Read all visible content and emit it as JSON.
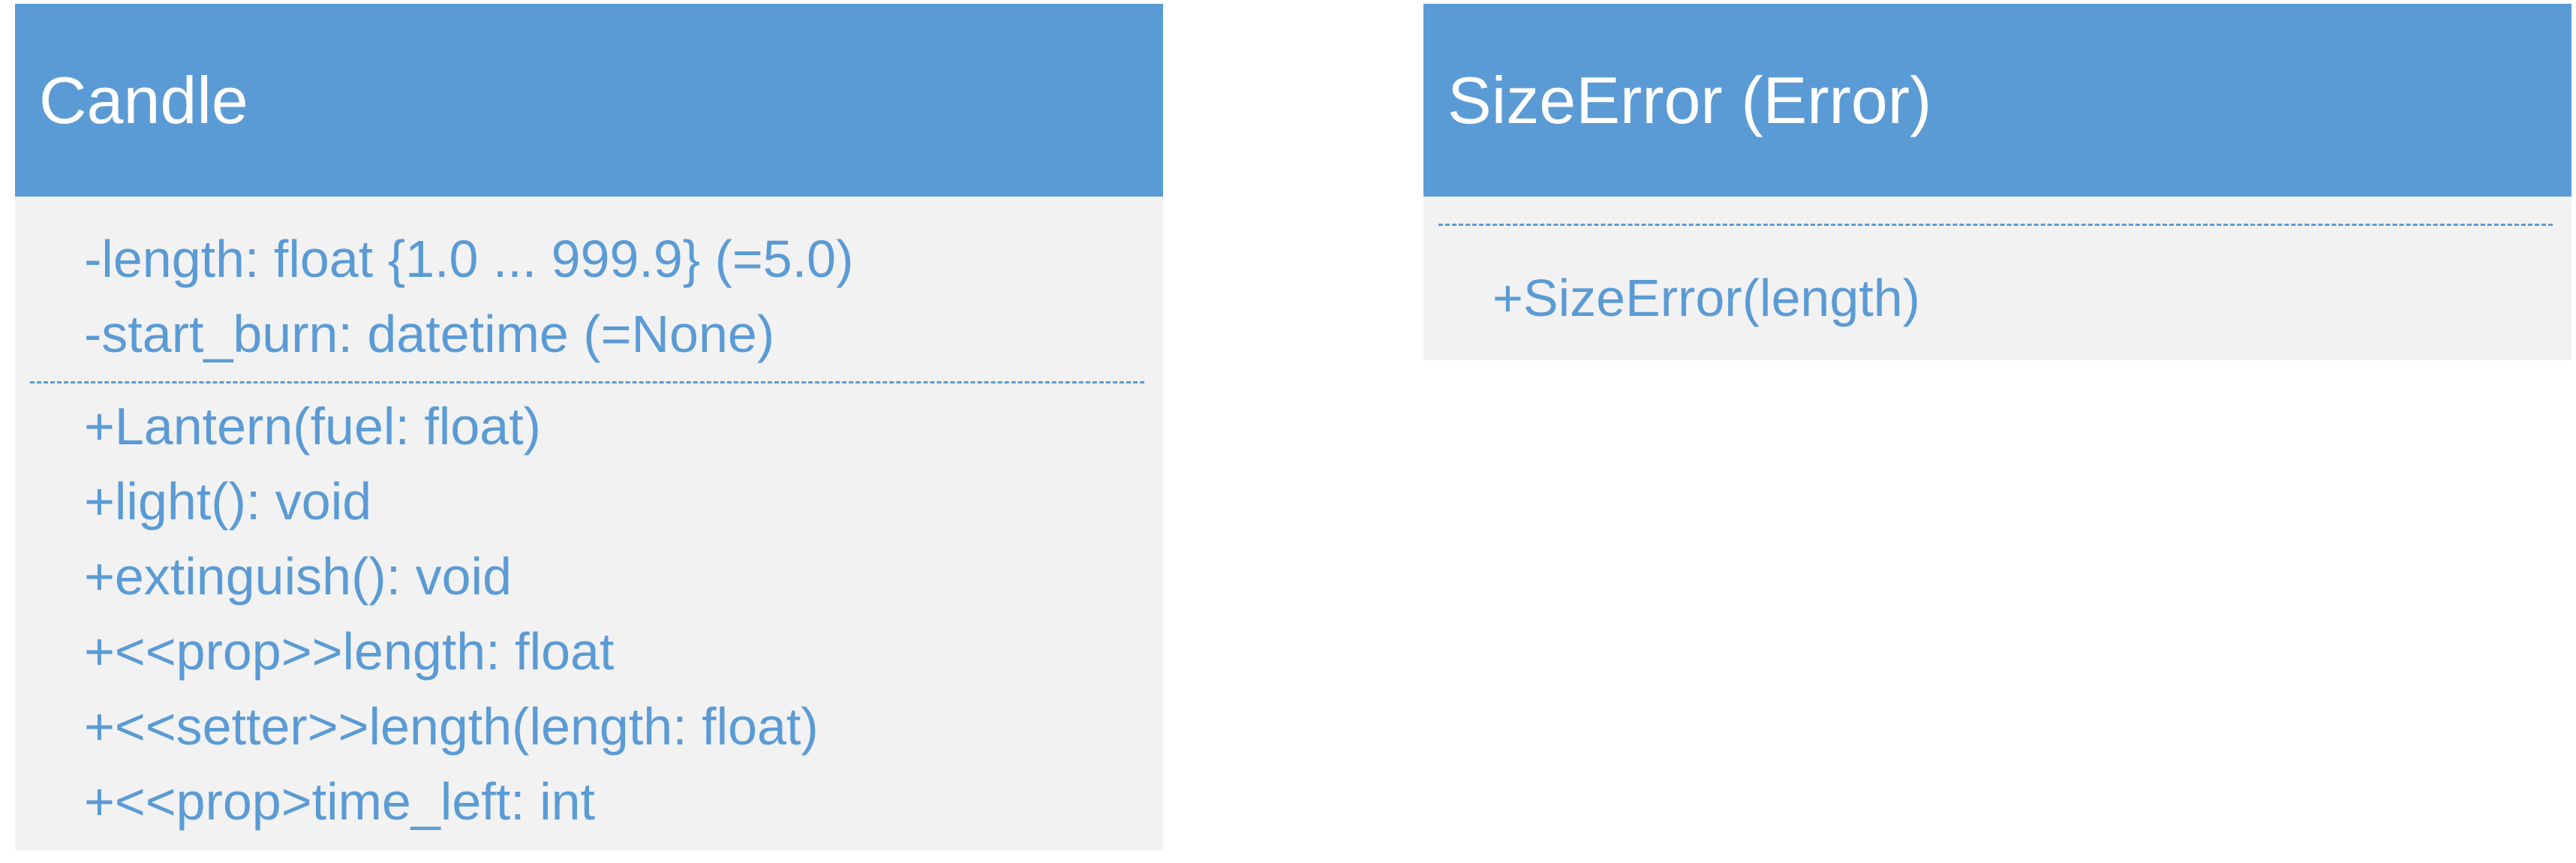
{
  "classes": {
    "candle": {
      "name": "Candle",
      "attributes": [
        "-length: float {1.0 ... 999.9} (=5.0)",
        "-start_burn: datetime (=None)"
      ],
      "operations": [
        "+Lantern(fuel: float)",
        "+light(): void",
        "+extinguish(): void",
        "+<<prop>>length: float",
        "+<<setter>>length(length: float)",
        "+<<prop>time_left: int"
      ]
    },
    "size_error": {
      "name": "SizeError (Error)",
      "attributes": [],
      "operations": [
        "+SizeError(length)"
      ]
    }
  },
  "colors": {
    "header_bg": "#5b9bd5",
    "header_text": "#ffffff",
    "body_bg": "#f2f2f2",
    "member_text": "#5b9bd5"
  }
}
